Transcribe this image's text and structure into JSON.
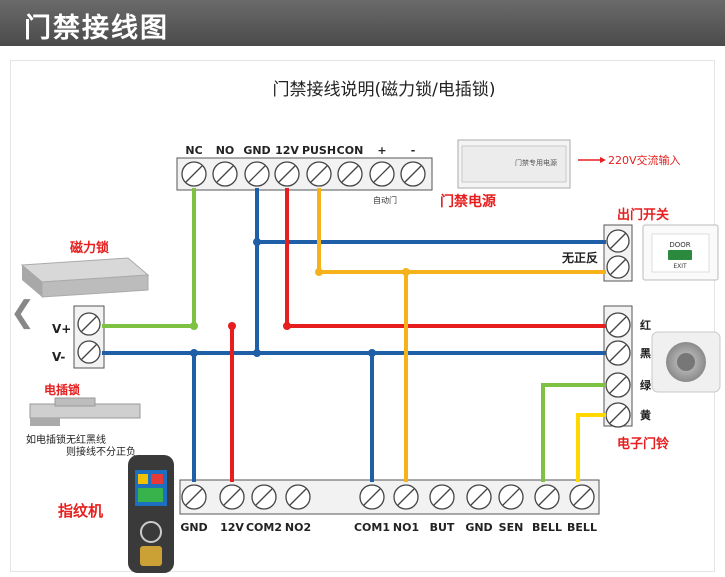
{
  "header": {
    "title": "门禁接线图"
  },
  "diagram": {
    "title": "门禁接线说明(磁力锁/电插锁)",
    "top_terminals": [
      "NC",
      "NO",
      "GND",
      "12V",
      "PUSH",
      "CON",
      "+",
      "-"
    ],
    "auto_door": "自动门",
    "power_supply": {
      "label": "门禁电源",
      "plate_text": "门禁专用电源",
      "input": "220V交流输入"
    },
    "exit_button": {
      "label": "出门开关",
      "no_polarity": "无正反",
      "plate_top": "DOOR",
      "plate_bottom": "EXIT"
    },
    "mag_lock": {
      "label": "磁力锁",
      "pin_plus": "V+",
      "pin_minus": "V-"
    },
    "electric_bolt": {
      "label": "电插锁",
      "note_1": "如电插锁无红黑线",
      "note_2": "则接线不分正负"
    },
    "doorbell": {
      "label": "电子门铃",
      "wires": [
        "红",
        "黑",
        "绿",
        "黄"
      ]
    },
    "fingerprint": {
      "label": "指纹机"
    },
    "bottom_terminals": [
      "GND",
      "12V",
      "COM2",
      "NO2",
      "COM1",
      "NO1",
      "BUT",
      "GND",
      "SEN",
      "BELL",
      "BELL"
    ],
    "wire_colors": {
      "green": "#7dc242",
      "blue": "#1f5fa8",
      "red": "#e61e1e",
      "orange": "#f5b21b",
      "yellow": "#ffd800"
    }
  },
  "icons": {
    "back": "chevron-left-icon"
  }
}
